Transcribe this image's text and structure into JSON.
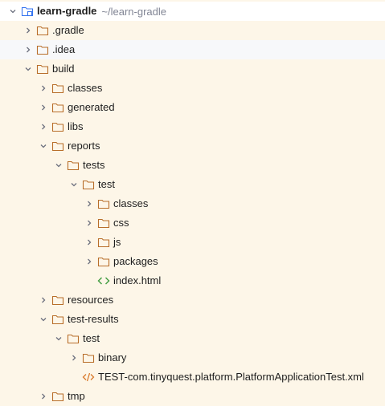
{
  "tree": {
    "root": {
      "label": "learn-gradle",
      "hint": "~/learn-gradle",
      "icon": "project-module-icon",
      "expanded": true
    },
    "nodes": [
      {
        "label": ".gradle",
        "depth": 1,
        "icon": "folder-icon",
        "chevron": "collapsed"
      },
      {
        "label": ".idea",
        "depth": 1,
        "icon": "folder-icon",
        "chevron": "collapsed"
      },
      {
        "label": "build",
        "depth": 1,
        "icon": "folder-icon",
        "chevron": "expanded"
      },
      {
        "label": "classes",
        "depth": 2,
        "icon": "folder-icon",
        "chevron": "collapsed"
      },
      {
        "label": "generated",
        "depth": 2,
        "icon": "folder-icon",
        "chevron": "collapsed"
      },
      {
        "label": "libs",
        "depth": 2,
        "icon": "folder-icon",
        "chevron": "collapsed"
      },
      {
        "label": "reports",
        "depth": 2,
        "icon": "folder-icon",
        "chevron": "expanded"
      },
      {
        "label": "tests",
        "depth": 3,
        "icon": "folder-icon",
        "chevron": "expanded"
      },
      {
        "label": "test",
        "depth": 4,
        "icon": "folder-icon",
        "chevron": "expanded"
      },
      {
        "label": "classes",
        "depth": 5,
        "icon": "folder-icon",
        "chevron": "collapsed"
      },
      {
        "label": "css",
        "depth": 5,
        "icon": "folder-icon",
        "chevron": "collapsed"
      },
      {
        "label": "js",
        "depth": 5,
        "icon": "folder-icon",
        "chevron": "collapsed"
      },
      {
        "label": "packages",
        "depth": 5,
        "icon": "folder-icon",
        "chevron": "collapsed"
      },
      {
        "label": "index.html",
        "depth": 5,
        "icon": "html-file-icon",
        "chevron": "none"
      },
      {
        "label": "resources",
        "depth": 2,
        "icon": "folder-icon",
        "chevron": "collapsed"
      },
      {
        "label": "test-results",
        "depth": 2,
        "icon": "folder-icon",
        "chevron": "expanded"
      },
      {
        "label": "test",
        "depth": 3,
        "icon": "folder-icon",
        "chevron": "expanded"
      },
      {
        "label": "binary",
        "depth": 4,
        "icon": "folder-icon",
        "chevron": "collapsed"
      },
      {
        "label": "TEST-com.tinyquest.platform.PlatformApplicationTest.xml",
        "depth": 4,
        "icon": "xml-file-icon",
        "chevron": "none"
      },
      {
        "label": "tmp",
        "depth": 2,
        "icon": "folder-icon",
        "chevron": "collapsed"
      }
    ]
  },
  "colors": {
    "excluded_bg": "#fdf6e8",
    "root_bg": "#ffffff",
    "idea_bg": "#f7f8fa",
    "folder_stroke": "#b86e2a",
    "chevron": "#6c707e",
    "html_icon": "#3f9b3f",
    "xml_icon": "#d97a2b",
    "hint": "#818594"
  }
}
